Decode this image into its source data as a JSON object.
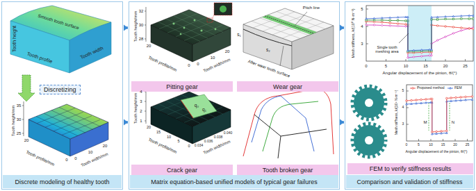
{
  "diagram": {
    "nodes": [
      {
        "text": [
          "Discrete modeling of healthy tooth"
        ]
      },
      {
        "text": [
          "Discretizing"
        ],
        "in": 0
      },
      {
        "text": [
          "Matrix equation-based unified models of typical gear failures"
        ]
      },
      {
        "text": [
          "Pitting gear"
        ],
        "in": 2
      },
      {
        "text": [
          "Wear gear"
        ],
        "in": 2
      },
      {
        "text": [
          "Crack gear"
        ],
        "in": 2
      },
      {
        "text": [
          "Tooth broken gear"
        ],
        "in": 2
      },
      {
        "text": [
          "Comparison and validation of stiffness"
        ]
      },
      {
        "text": [
          "FEM to verify stiffness results"
        ],
        "in": 7
      }
    ],
    "edges": [
      {
        "from": 0,
        "to": 2,
        "arrow": "to"
      },
      {
        "from": 0,
        "to": 2,
        "arrow": "to"
      },
      {
        "from": 2,
        "to": 7,
        "arrow": "to"
      },
      {
        "from": 2,
        "to": 7,
        "arrow": "to"
      }
    ],
    "labels": [
      "Smooth tooth surface",
      "Tooth height",
      "Tooth profile",
      "Tooth width",
      "Tooth height/mm",
      "35",
      "30",
      "25",
      "Tooth profile/mm",
      "20",
      "0",
      "Tooth width/mm",
      "0",
      "10",
      "20",
      "Tooth height/mm",
      "32",
      "30",
      "28",
      "Tooth profile/mm",
      "20",
      "0",
      "Tooth width/mm",
      "0",
      "10",
      "20",
      "Pitch line",
      "s₁",
      "s₂",
      "After wear tooth surface",
      "Tooth height/mm",
      "4",
      "3",
      "2",
      "1",
      "q₀",
      "q₁",
      "Tooth profile/mm",
      "20",
      "15",
      "10",
      "5",
      "0",
      "Tooth width/mm",
      "0.034",
      "0.036",
      "0.038",
      "0.040",
      "Mesh stiffness, k/(10⁸ N·m⁻¹)",
      "5",
      "4",
      "3",
      "0",
      "5",
      "10",
      "15",
      "20",
      "25",
      "Angular displacement of the pinion, θ/(°)",
      "Single tooth meshing area",
      "Mesh stiffness, k/(10⁸ N·m⁻¹)",
      "5",
      "4",
      "3",
      "M",
      "N",
      "0",
      "5",
      "10",
      "15",
      "20",
      "25",
      "Angular displacement of the pinion, θ/(°)"
    ],
    "legend": [
      {
        "text": "Proposed method"
      },
      {
        "text": "FEM"
      }
    ]
  }
}
